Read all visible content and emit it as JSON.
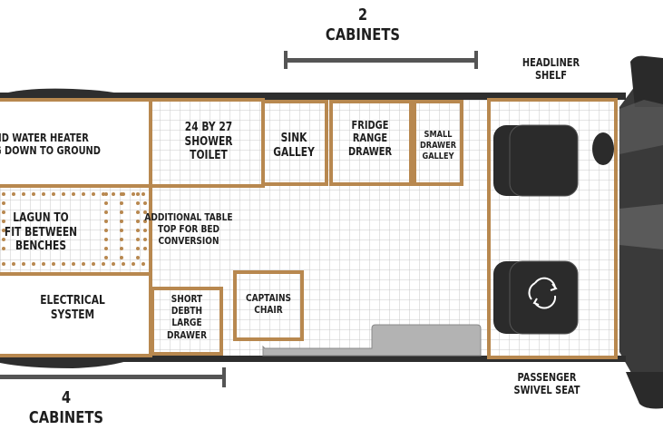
{
  "labels": {
    "top_cabinets": "2 CABINETS",
    "bottom_cabinets": "4 CABINETS",
    "headliner_shelf": "HEADLINER\nSHELF",
    "water_heater": "ND WATER HEATER\nG DOWN TO GROUND",
    "shower_toilet": "24 BY 27\nSHOWER\nTOILET",
    "sink_galley": "SINK\nGALLEY",
    "fridge_range": "FRIDGE\nRANGE\nDRAWER",
    "small_drawer": "SMALL\nDRAWER\nGALLEY",
    "lagun": "LAGUN TO\nFIT BETWEEN\nBENCHES",
    "additional_table": "ADDITIONAL TABLE\nTOP FOR BED\nCONVERSION",
    "electrical": "ELECTRICAL\nSYSTEM",
    "short_drawer": "SHORT\nDEBTH\nLARGE\nDRAWER",
    "captains_chair": "CAPTAINS\nCHAIR",
    "passenger_seat": "PASSENGER\nSWIVEL SEAT"
  },
  "colors": {
    "cabinet_outline": "#b8884f",
    "grid_line": "#c9c9c9",
    "van_body": "#2e2e2e",
    "seat": "#2b2b2b",
    "text": "#1e1e1e",
    "dots": "#b8884f"
  },
  "icons": [
    "swivel-arrows-icon"
  ]
}
